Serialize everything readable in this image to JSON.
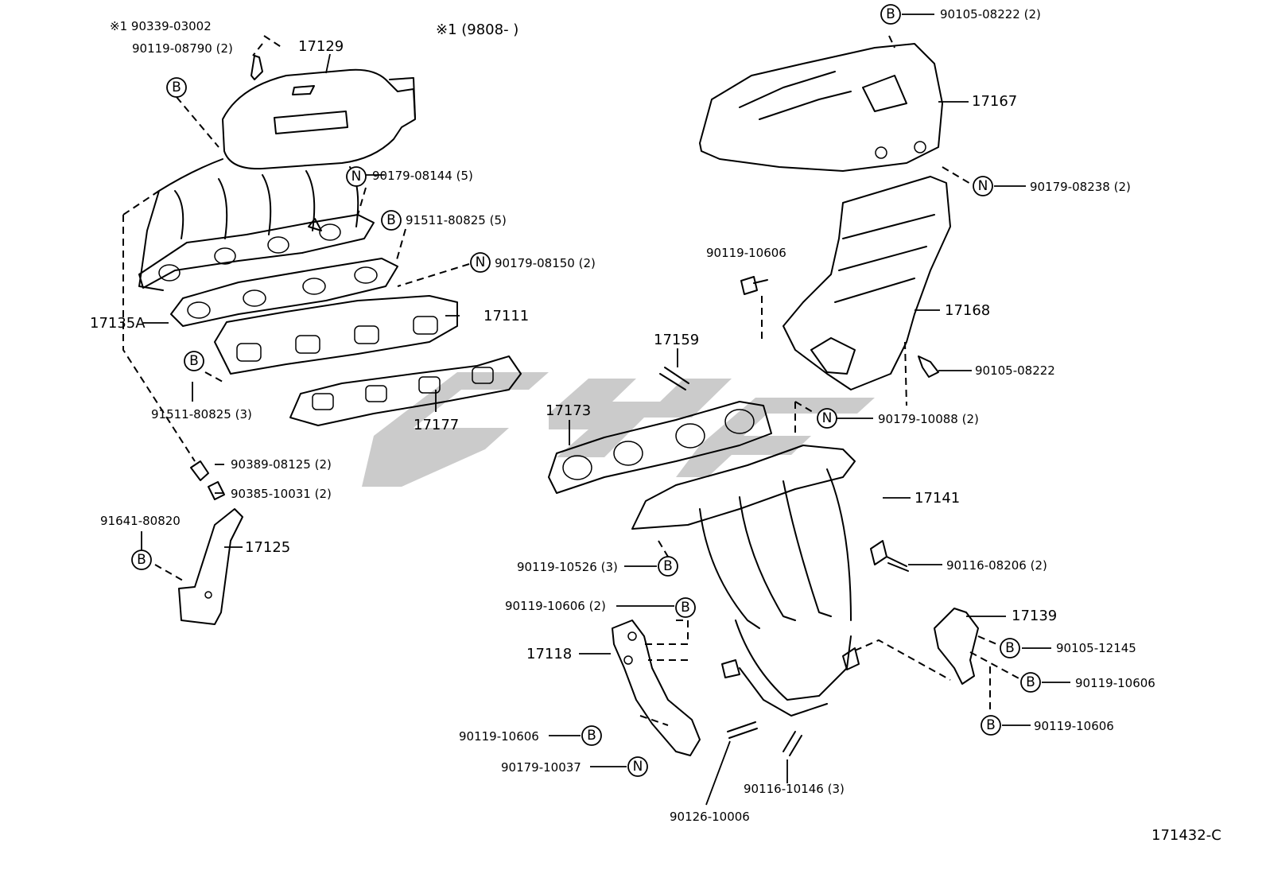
{
  "note": {
    "marker": "※1",
    "marker_part": "90339-03002",
    "range": "※1 (9808-     )"
  },
  "symbols": {
    "bolt": "B",
    "nut": "N"
  },
  "parts": {
    "p17129": "17129",
    "p90119_08790": "90119-08790 (2)",
    "p90179_08144": "90179-08144 (5)",
    "p91511_80825_5": "91511-80825 (5)",
    "p90179_08150": "90179-08150 (2)",
    "p17111": "17111",
    "p17135A": "17135A",
    "p91511_80825_3": "91511-80825 (3)",
    "p17177": "17177",
    "p90389_08125": "90389-08125 (2)",
    "p90385_10031": "90385-10031 (2)",
    "p91641_80820": "91641-80820",
    "p17125": "17125",
    "p90105_08222_2": "90105-08222 (2)",
    "p17167": "17167",
    "p90179_08238": "90179-08238 (2)",
    "p90119_10606_top": "90119-10606",
    "p17168": "17168",
    "p90105_08222": "90105-08222",
    "p17159": "17159",
    "p90179_10088": "90179-10088 (2)",
    "p17173": "17173",
    "p17141": "17141",
    "p90119_10526": "90119-10526 (3)",
    "p90116_08206": "90116-08206 (2)",
    "p90119_10606_2": "90119-10606 (2)",
    "p17139": "17139",
    "p17118": "17118",
    "p90105_12145": "90105-12145",
    "p90119_10606_a": "90119-10606",
    "p90119_10606_b": "90119-10606",
    "p90119_10606_c": "90119-10606",
    "p90179_10037": "90179-10037",
    "p90126_10006": "90126-10006",
    "p90116_10146": "90116-10146 (3)"
  },
  "diagram_id": "171432-C"
}
